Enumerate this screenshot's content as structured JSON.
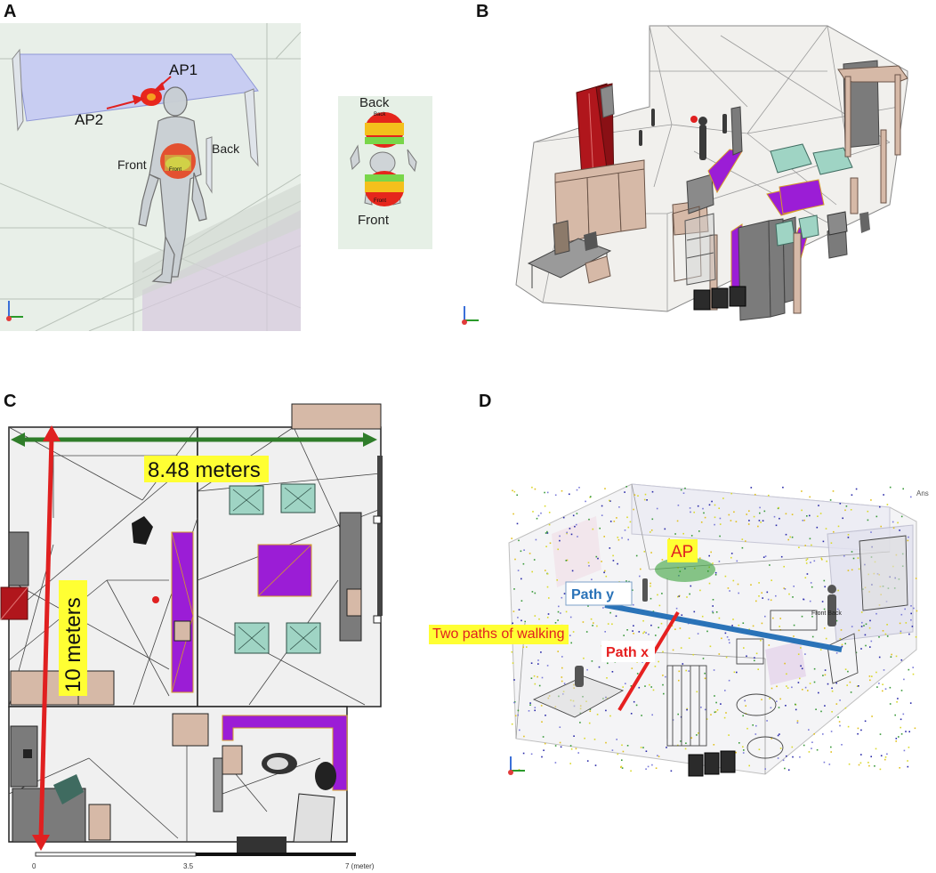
{
  "panels": {
    "a": {
      "letter": "A",
      "labels": {
        "ap1": "AP1",
        "ap2": "AP2",
        "front": "Front",
        "back": "Back"
      },
      "inset": {
        "back": "Back",
        "front": "Front",
        "tag_back": "Back",
        "tag_front": "Front"
      }
    },
    "b": {
      "letter": "B"
    },
    "c": {
      "letter": "C",
      "width_label": "8.48 meters",
      "height_label": "10 meters",
      "scale": {
        "t0": "0",
        "t1": "3.5",
        "t2": "7 (meter)"
      }
    },
    "d": {
      "letter": "D",
      "ap_label": "AP",
      "path_y_label": "Path y",
      "path_x_label": "Path x",
      "walking_label": "Two paths of walking",
      "brand": "Ans",
      "human_tag": "Front Back"
    }
  },
  "colors": {
    "panel_a_bg": "#e8efe8",
    "ceiling_blue": "#c8cdf2",
    "room_fill": "#e6e3de",
    "furniture_tan": "#d6b9a7",
    "cabinet_dark": "#7b7b7b",
    "purple": "#9b1dd6",
    "teal": "#9fd4c4",
    "red_block": "#b0161c",
    "green_arrow": "#2f7d2a",
    "red_arrow": "#e02020",
    "highlight_yellow": "#ffff33",
    "path_blue": "#2a73b8",
    "path_red": "#e62020"
  }
}
